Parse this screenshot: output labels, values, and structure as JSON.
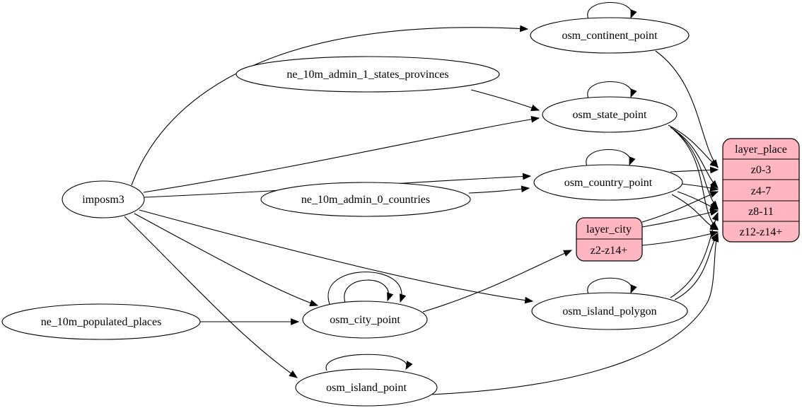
{
  "diagram": {
    "type": "etl-dependency-graph",
    "colors": {
      "background": "#ffffff",
      "node_fill": "#ffffff",
      "highlight_fill": "#ffb6c1",
      "stroke": "#000000"
    },
    "nodes": {
      "imposm3": "imposm3",
      "ne_10m_admin_1_states_provinces": "ne_10m_admin_1_states_provinces",
      "ne_10m_admin_0_countries": "ne_10m_admin_0_countries",
      "ne_10m_populated_places": "ne_10m_populated_places",
      "osm_continent_point": "osm_continent_point",
      "osm_state_point": "osm_state_point",
      "osm_country_point": "osm_country_point",
      "osm_city_point": "osm_city_point",
      "osm_island_polygon": "osm_island_polygon",
      "osm_island_point": "osm_island_point"
    },
    "layer_city": {
      "title": "layer_city",
      "rows": [
        "z2-z14+"
      ]
    },
    "layer_place": {
      "title": "layer_place",
      "rows": [
        "z0-3",
        "z4-7",
        "z8-11",
        "z12-z14+"
      ]
    }
  }
}
